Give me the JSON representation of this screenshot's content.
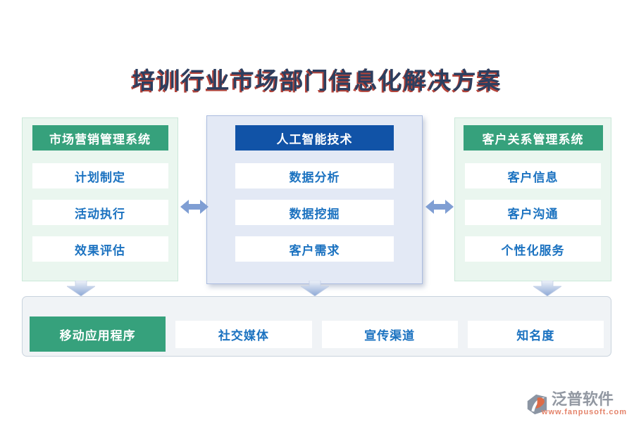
{
  "title": "培训行业市场部门信息化解决方案",
  "columns": [
    {
      "header": "市场营销管理系统",
      "items": [
        "计划制定",
        "活动执行",
        "效果评估"
      ]
    },
    {
      "header": "人工智能技术",
      "items": [
        "数据分析",
        "数据挖掘",
        "客户需求"
      ]
    },
    {
      "header": "客户关系管理系统",
      "items": [
        "客户信息",
        "客户沟通",
        "个性化服务"
      ]
    }
  ],
  "bottom": {
    "items": [
      {
        "label": "移动应用程序",
        "style": "green"
      },
      {
        "label": "社交媒体",
        "style": "white"
      },
      {
        "label": "宣传渠道",
        "style": "white"
      },
      {
        "label": "知名度",
        "style": "white"
      }
    ]
  },
  "watermark": {
    "brand": "泛普软件",
    "url": "www.fanpusoft.com"
  },
  "colors": {
    "green_header": "#36a17c",
    "blue_header": "#1153a7",
    "item_text": "#1b72c0",
    "title_text": "#2d3e5f",
    "title_shadow": "#b4443a",
    "panel_green_bg": "#eaf6ef",
    "panel_blue_bg": "#e3e9f5",
    "bottom_bar_bg": "#f0f3f6",
    "arrow_blue": "#7f9ed3",
    "watermark_gray": "#9298a2",
    "watermark_orange": "#e4836a"
  }
}
